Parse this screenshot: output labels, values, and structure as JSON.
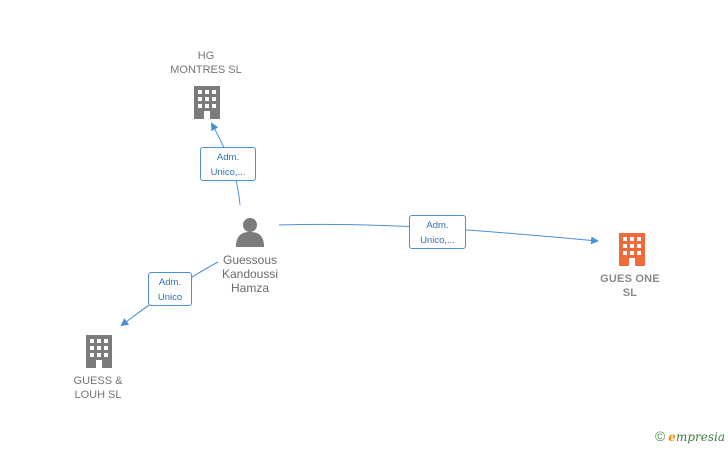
{
  "nodes": {
    "hg_montres": {
      "label": "HG\nMONTRES  SL",
      "icon": "building-icon",
      "color": "#7b7b7b"
    },
    "person": {
      "label": "Guessous\nKandoussi\nHamza",
      "icon": "person-icon",
      "color": "#7b7b7b"
    },
    "gues_one": {
      "label": "GUES ONE\nSL",
      "icon": "building-icon",
      "color": "#f26a3a"
    },
    "guess_louh": {
      "label": "GUESS &\nLOUH  SL",
      "icon": "building-icon",
      "color": "#7b7b7b"
    }
  },
  "edges": {
    "to_hg": {
      "label": "Adm.\nUnico,..."
    },
    "to_gues_one": {
      "label": "Adm.\nUnico,..."
    },
    "to_guess": {
      "label": "Adm.\nUnico"
    }
  },
  "colors": {
    "edge": "#4a90d9",
    "focus_node": "#f26a3a",
    "node": "#7b7b7b"
  },
  "brand": {
    "copyright_symbol": "©",
    "initial": "e",
    "name": "mpresia"
  }
}
